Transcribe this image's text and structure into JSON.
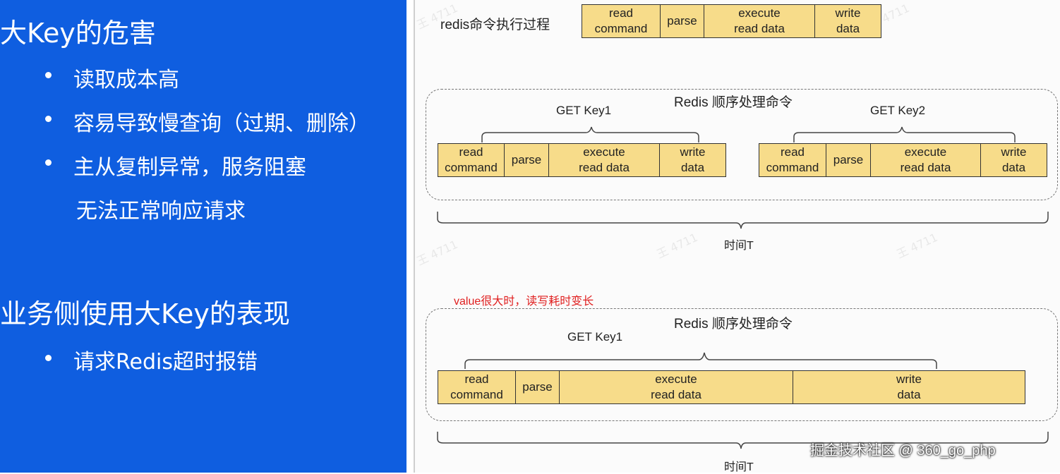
{
  "left_panel": {
    "section1": {
      "title": "大Key的危害",
      "bullets": [
        "读取成本高",
        "容易导致慢查询（过期、删除）",
        "主从复制异常，服务阻塞"
      ],
      "continuation": "无法正常响应请求"
    },
    "section2": {
      "title": "业务侧使用大Key的表现",
      "bullets": [
        "请求Redis超时报错"
      ]
    }
  },
  "diagram": {
    "top": {
      "label": "redis命令执行过程",
      "stages": [
        "read\ncommand",
        "parse",
        "execute\nread data",
        "write\ndata"
      ]
    },
    "box1": {
      "title": "Redis 顺序处理命令",
      "cmd1_label": "GET Key1",
      "cmd2_label": "GET Key2",
      "cmd1_stages": [
        "read\ncommand",
        "parse",
        "execute\nread data",
        "write\ndata"
      ],
      "cmd2_stages": [
        "read\ncommand",
        "parse",
        "execute\nread data",
        "write\ndata"
      ],
      "time_label": "时间T"
    },
    "note": "value很大时，读写耗时变长",
    "note_color": "#e02020",
    "box2": {
      "title": "Redis 顺序处理命令",
      "cmd_label": "GET Key1",
      "stages": [
        "read\ncommand",
        "parse",
        "execute\nread data",
        "write\ndata"
      ],
      "time_label": "时间T"
    }
  },
  "watermark": "掘金技术社区 @ 360_go_php"
}
